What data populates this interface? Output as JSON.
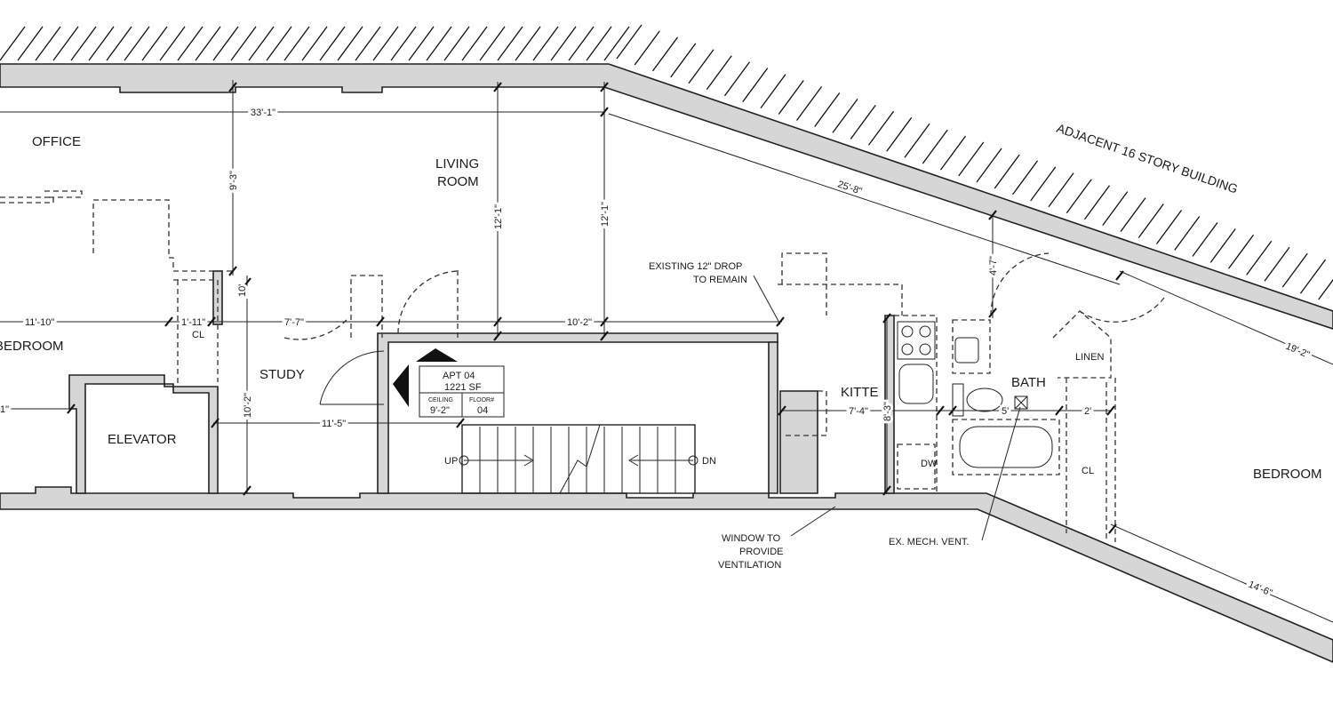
{
  "rooms": {
    "office": "OFFICE",
    "living_room_line1": "LIVING",
    "living_room_line2": "ROOM",
    "bedroom_left": "BEDROOM",
    "study": "STUDY",
    "elevator": "ELEVATOR",
    "kitchen": "KITTE",
    "bath": "BATH",
    "linen": "LINEN",
    "bedroom_right": "BEDROOM",
    "closet_left": "CL",
    "closet_right": "CL",
    "dishwasher": "DW"
  },
  "apartment_tag": {
    "name": "APT 04",
    "area": "1221 SF",
    "ceiling_label": "CEILING",
    "ceiling_value": "9'-2\"",
    "floor_label": "FLOOR#",
    "floor_value": "04"
  },
  "stair": {
    "up": "UP",
    "down": "DN"
  },
  "dimensions": {
    "top_width": "33'-1\"",
    "office_depth": "9'-3\"",
    "living_depth_1": "12'-1\"",
    "living_depth_2": "12'-1\"",
    "diagonal_wall": "25'-8\"",
    "left_edge": "11'-10\"",
    "closet_width": "1'-11\"",
    "study_width": "7'-7\"",
    "living_width": "10'-2\"",
    "study_depth": "10'-2\"",
    "study_height_small": "10'",
    "hall_width": "11'-5\"",
    "left_edge_lower": "1\"",
    "kitchen_width": "7'-4\"",
    "kitchen_depth": "8'-3\"",
    "bath_depth": "4'-7\"",
    "bath_width": "5'",
    "closet_right_width": "2'",
    "right_wall_upper": "19'-2\"",
    "right_wall_lower": "14'-6\""
  },
  "notes": {
    "adjacent_building": "ADJACENT 16 STORY BUILDING",
    "drop_line1": "EXISTING 12\" DROP",
    "drop_line2": "TO REMAIN",
    "window_line1": "WINDOW TO",
    "window_line2": "PROVIDE",
    "window_line3": "VENTILATION",
    "mech_vent": "EX. MECH. VENT."
  }
}
